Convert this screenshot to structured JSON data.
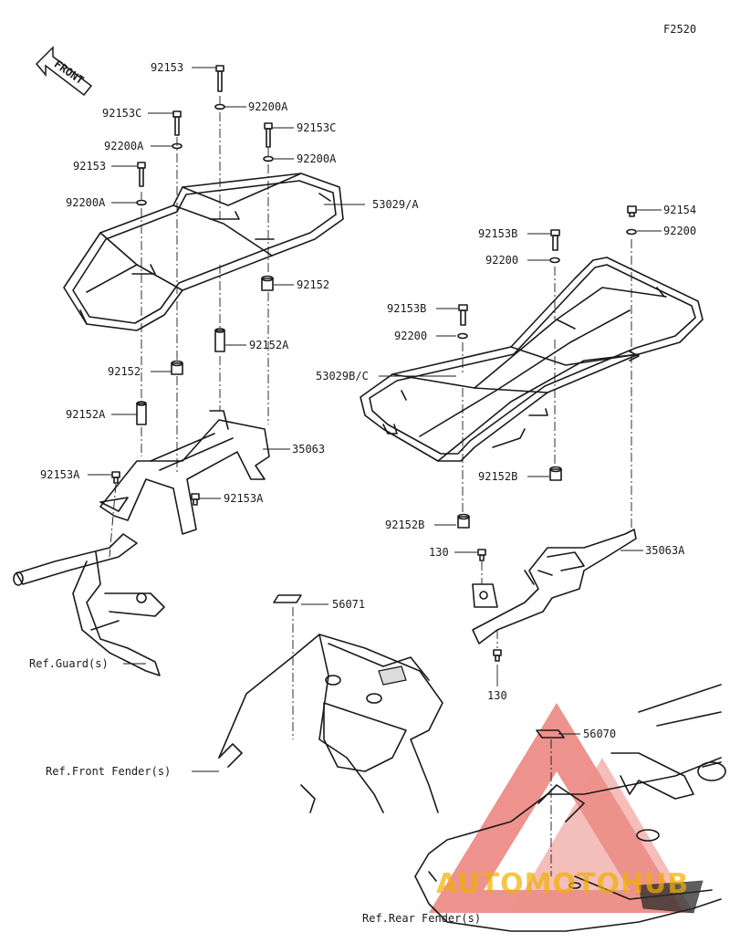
{
  "figure_code": "F2520",
  "direction_label": "FRONT",
  "watermark": "AUTOMOTOHUB",
  "colors": {
    "line": "#1a1a1a",
    "watermark": "#e03a2f",
    "watermark_text": "#f0b000"
  },
  "front_carrier": {
    "callouts": {
      "bolt_top": "92153",
      "washer_top": "92200A",
      "bolt_c_left": "92153C",
      "washer_left": "92200A",
      "bolt_c_right": "92153C",
      "washer_right": "92200A",
      "bolt_mid": "92153",
      "washer_mid": "92200A",
      "carrier": "53029/A",
      "collar_right": "92152",
      "collar_a_center": "92152A",
      "collar_left": "92152",
      "collar_a_left": "92152A",
      "stay": "35063",
      "bolt_a_left": "92153A",
      "bolt_a_right": "92153A"
    },
    "ref_guard": "Ref.Guard(s)",
    "ref_front_fender": "Ref.Front Fender(s)",
    "label_part": "56071"
  },
  "rear_carrier": {
    "callouts": {
      "bolt_top": "92154",
      "washer_top": "92200",
      "bolt_b_1": "92153B",
      "washer_1": "92200",
      "bolt_b_2": "92153B",
      "washer_2": "92200",
      "carrier": "53029B/C",
      "collar_b_1": "92152B",
      "collar_b_2": "92152B",
      "bolt_130_top": "130",
      "stay": "35063A",
      "bolt_130_bottom": "130"
    },
    "label_part": "56070",
    "ref_rear_fender": "Ref.Rear Fender(s)"
  }
}
